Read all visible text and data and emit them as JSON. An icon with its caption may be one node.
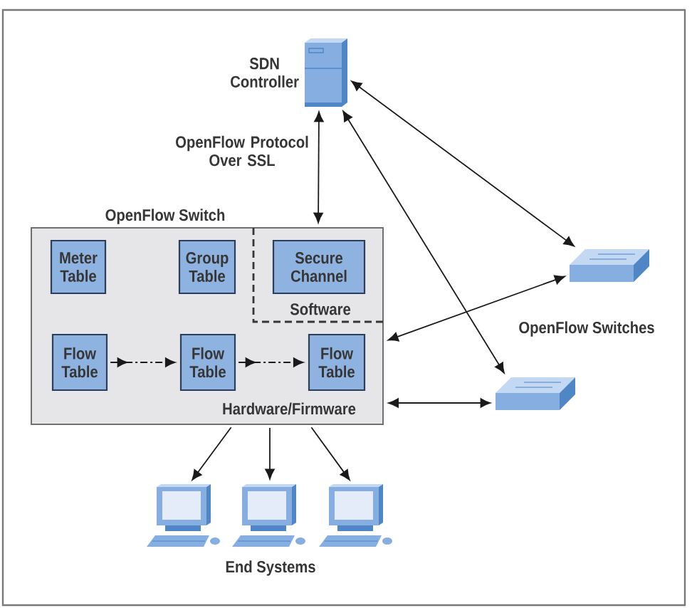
{
  "diagram": {
    "nodes": [
      {
        "text": [],
        "shape": "picture",
        "beside": [
          "SDN Controller"
        ]
      },
      {
        "text": [
          "OpenFlow Switch",
          "Hardware/Firmware"
        ]
      },
      {
        "text": [
          "Software"
        ],
        "in": 1
      },
      {
        "text": [
          "Meter Table"
        ],
        "in": 1
      },
      {
        "text": [
          "Group Table"
        ],
        "in": 1
      },
      {
        "text": [
          "Secure Channel"
        ],
        "in": 2
      },
      {
        "text": [
          "Flow Table"
        ],
        "in": 1
      },
      {
        "text": [
          "Flow Table"
        ],
        "in": 1
      },
      {
        "text": [
          "Flow Table"
        ],
        "in": 1
      },
      {
        "text": [],
        "shape": "picture"
      },
      {
        "text": [],
        "shape": "picture"
      },
      {
        "text": [],
        "shape": "picture"
      },
      {
        "text": [],
        "shape": "picture"
      },
      {
        "text": [],
        "shape": "picture"
      }
    ],
    "edges": [
      {
        "from": 0,
        "to": 2,
        "arrow": "both",
        "label": "OpenFlow Protocol Over SSL"
      },
      {
        "from": 0,
        "to": 9,
        "arrow": "both"
      },
      {
        "from": 0,
        "to": 10,
        "arrow": "both"
      },
      {
        "from": 1,
        "to": 9,
        "arrow": "both"
      },
      {
        "from": 1,
        "to": 10,
        "arrow": "both"
      },
      {
        "from": 6,
        "to": 7,
        "arrow": "to",
        "style": "dashed"
      },
      {
        "from": 7,
        "to": 8,
        "arrow": "to",
        "style": "dashed"
      },
      {
        "from": 1,
        "to": 11,
        "arrow": "to"
      },
      {
        "from": 1,
        "to": 12,
        "arrow": "to"
      },
      {
        "from": 1,
        "to": 13,
        "arrow": "to"
      }
    ],
    "labels": [
      "OpenFlow Switches",
      "End Systems"
    ]
  }
}
